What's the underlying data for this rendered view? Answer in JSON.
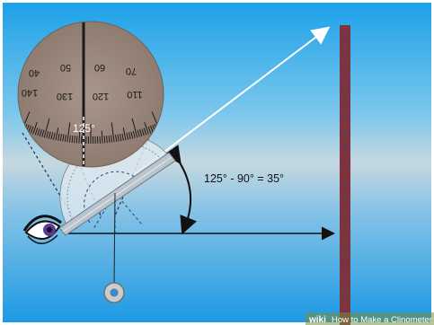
{
  "scale": {
    "ticks_top": [
      "40",
      "50",
      "60",
      "70"
    ],
    "ticks_bottom": [
      "140",
      "130",
      "120",
      "110"
    ],
    "reading": "125°"
  },
  "equation": "125° - 90° = 35°",
  "watermark": {
    "brand": "wiki",
    "text": "How to Make a Clinometer"
  }
}
